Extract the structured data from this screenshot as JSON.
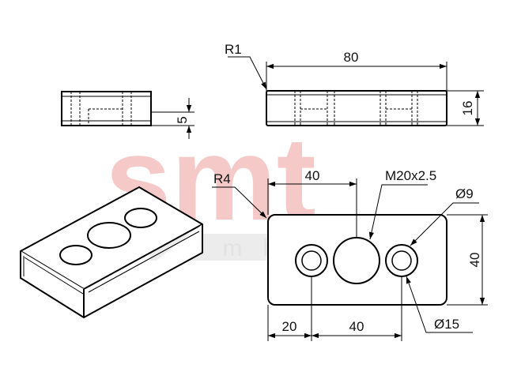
{
  "watermark": {
    "brand": "smt",
    "suffix": "GmbH"
  },
  "dimensions": {
    "radius_small": "R1",
    "radius_large": "R4",
    "length": "80",
    "height": "16",
    "thickness_small": "5",
    "hole_offset": "40",
    "thread": "M20x2.5",
    "diameter_small": "Ø9",
    "width": "40",
    "edge_offset": "20",
    "hole_pitch": "40",
    "diameter_large": "Ø15"
  }
}
